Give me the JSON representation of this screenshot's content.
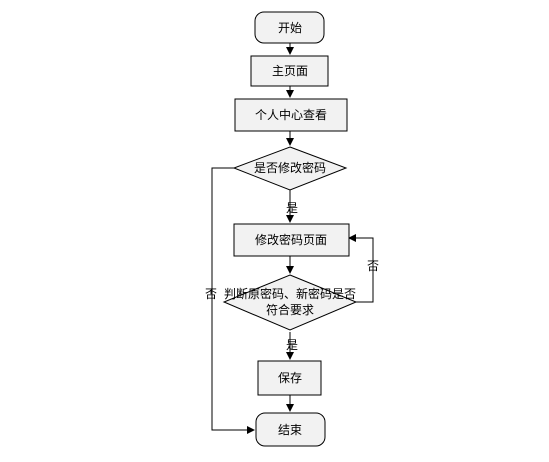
{
  "diagram": {
    "nodes": {
      "start": {
        "label": "开始"
      },
      "main_page": {
        "label": "主页面"
      },
      "personal_center": {
        "label": "个人中心查看"
      },
      "decision_change_pwd": {
        "label": "是否修改密码"
      },
      "change_pwd_page": {
        "label": "修改密码页面"
      },
      "decision_validate": {
        "line1": "判断原密码、新密码是否",
        "line2": "符合要求"
      },
      "save": {
        "label": "保存"
      },
      "end": {
        "label": "结束"
      }
    },
    "edges": {
      "yes_change": "是",
      "no_change": "否",
      "retry_no": "否",
      "valid_yes": "是"
    },
    "colors": {
      "fill": "#f2f2f2",
      "stroke": "#000000",
      "text": "#000000"
    }
  }
}
